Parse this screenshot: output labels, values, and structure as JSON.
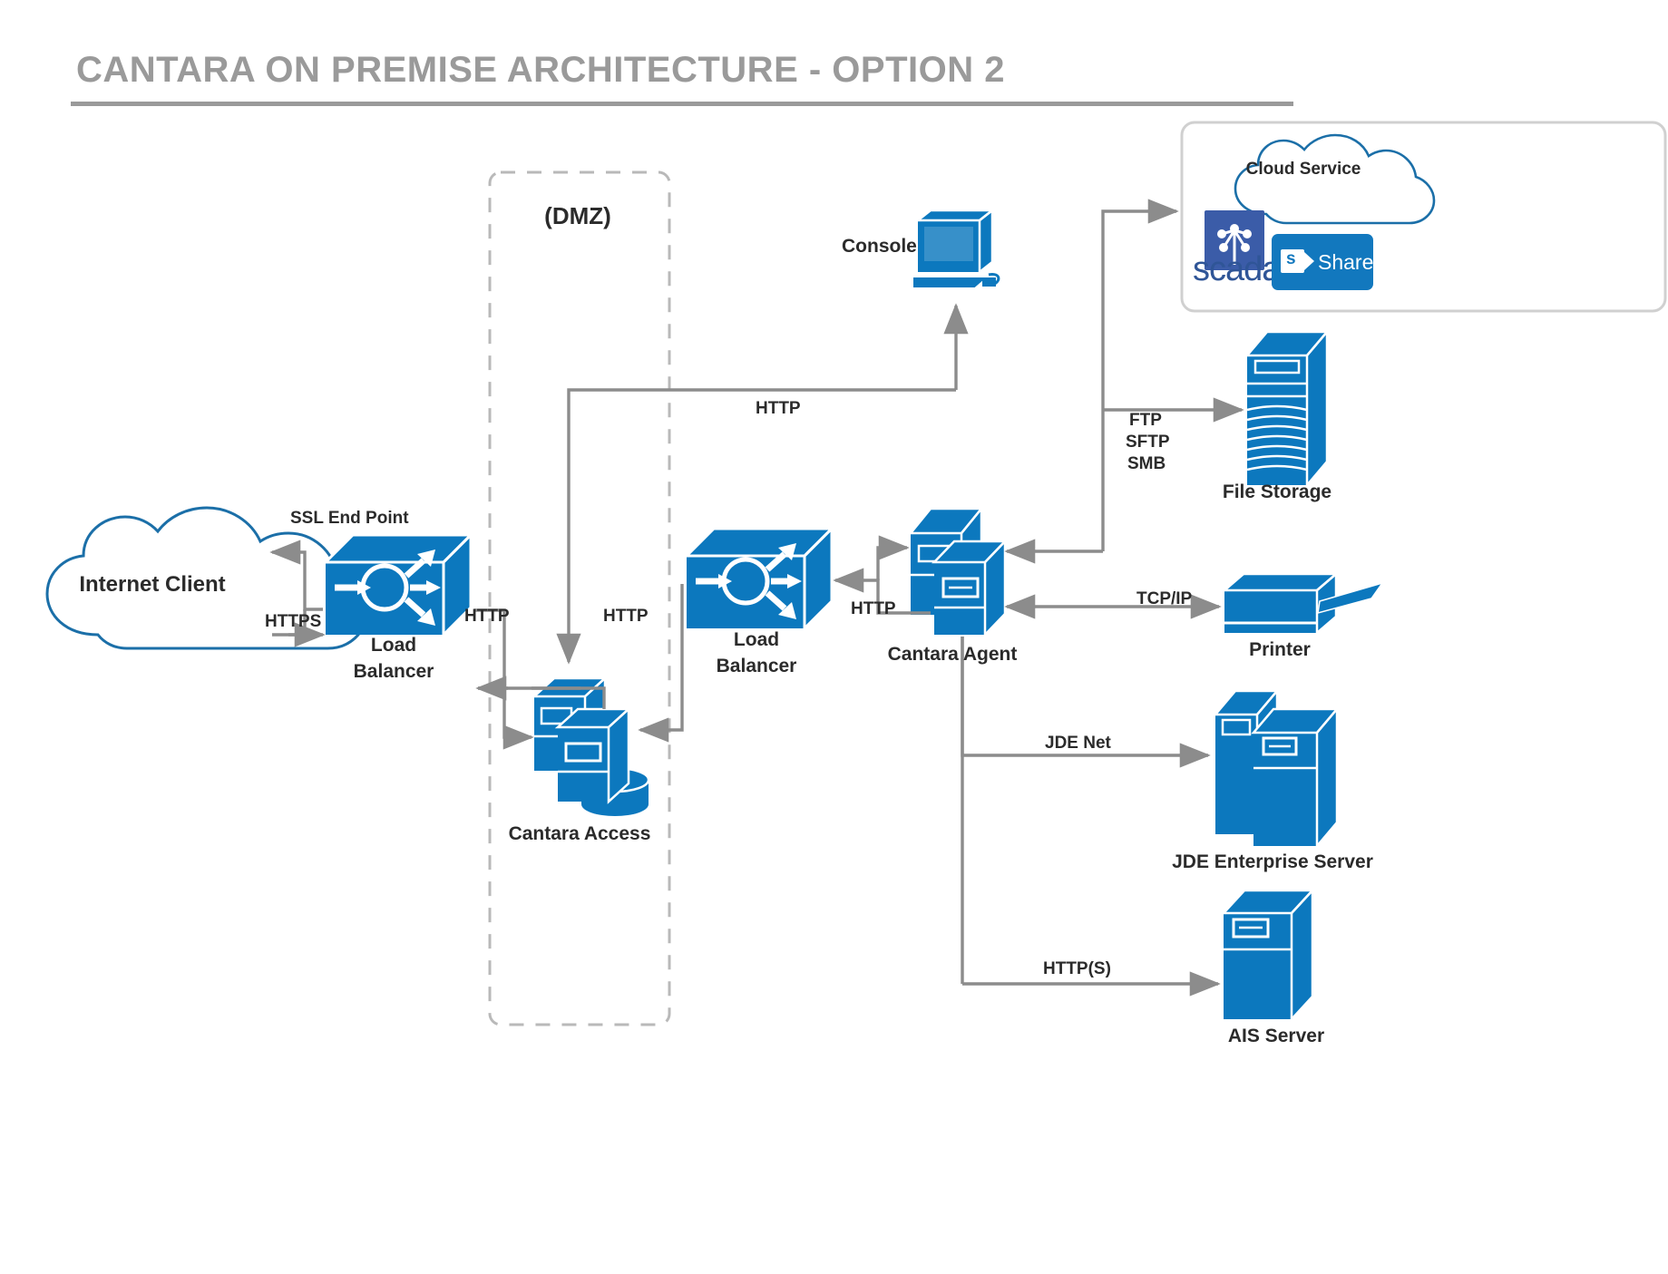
{
  "page": {
    "title": "CANTARA ON PREMISE ARCHITECTURE - OPTION 2",
    "background": "#ffffff",
    "accent_blue": "#0C78BE",
    "connector_gray": "#8C8C8C",
    "title_gray": "#9A9A9A",
    "cloud_outline_blue": "#1B6FA8",
    "label_dark": "#2B2B2B"
  },
  "zones": {
    "dmz": {
      "label": "(DMZ)",
      "style": "dashed-rounded-rect"
    },
    "cloud_service_box": {
      "style": "solid-rounded-rect"
    }
  },
  "nodes": [
    {
      "id": "internet-client",
      "label": "Internet Client",
      "icon": "cloud-icon"
    },
    {
      "id": "load-balancer-1",
      "label": "Load\nBalancer",
      "label_line1": "Load",
      "label_line2": "Balancer",
      "icon": "load-balancer-icon",
      "annotation": "SSL End Point"
    },
    {
      "id": "cantara-access",
      "label": "Cantara Access",
      "icon": "server-stack-database-icon"
    },
    {
      "id": "load-balancer-2",
      "label": "Load\nBalancer",
      "label_line1": "Load",
      "label_line2": "Balancer",
      "icon": "load-balancer-icon"
    },
    {
      "id": "cantara-agent",
      "label": "Cantara Agent",
      "icon": "server-stack-icon"
    },
    {
      "id": "console",
      "label": "Console",
      "icon": "desktop-computer-icon"
    },
    {
      "id": "cloud-service",
      "label": "Cloud Service",
      "icon": "cloud-icon"
    },
    {
      "id": "file-storage",
      "label": "File Storage",
      "icon": "storage-tower-icon"
    },
    {
      "id": "printer",
      "label": "Printer",
      "icon": "printer-icon"
    },
    {
      "id": "jde-enterprise-server",
      "label": "JDE Enterprise Server",
      "icon": "server-tower-icon"
    },
    {
      "id": "ais-server",
      "label": "AIS Server",
      "icon": "server-tower-icon"
    }
  ],
  "logos": [
    {
      "id": "scada",
      "text": "scada",
      "box_color": "#3B5CA8",
      "text_color": "#2F5597",
      "icon": "scada-flower-icon"
    },
    {
      "id": "sharepoint",
      "text": "SharePoint",
      "badge": "s",
      "box_color": "#1278BE",
      "text_color": "#FFFFFF",
      "icon": "sharepoint-icon"
    }
  ],
  "connection_labels": {
    "ssl_end_point": "SSL End Point",
    "https": "HTTPS",
    "http_lb1_access": "HTTP",
    "http_access_lb2": "HTTP",
    "http_console": "HTTP",
    "http_lb2_agent": "HTTP",
    "ftp": "FTP",
    "sftp": "SFTP",
    "smb": "SMB",
    "tcpip": "TCP/IP",
    "jde_net": "JDE Net",
    "https_ais": "HTTP(S)"
  }
}
